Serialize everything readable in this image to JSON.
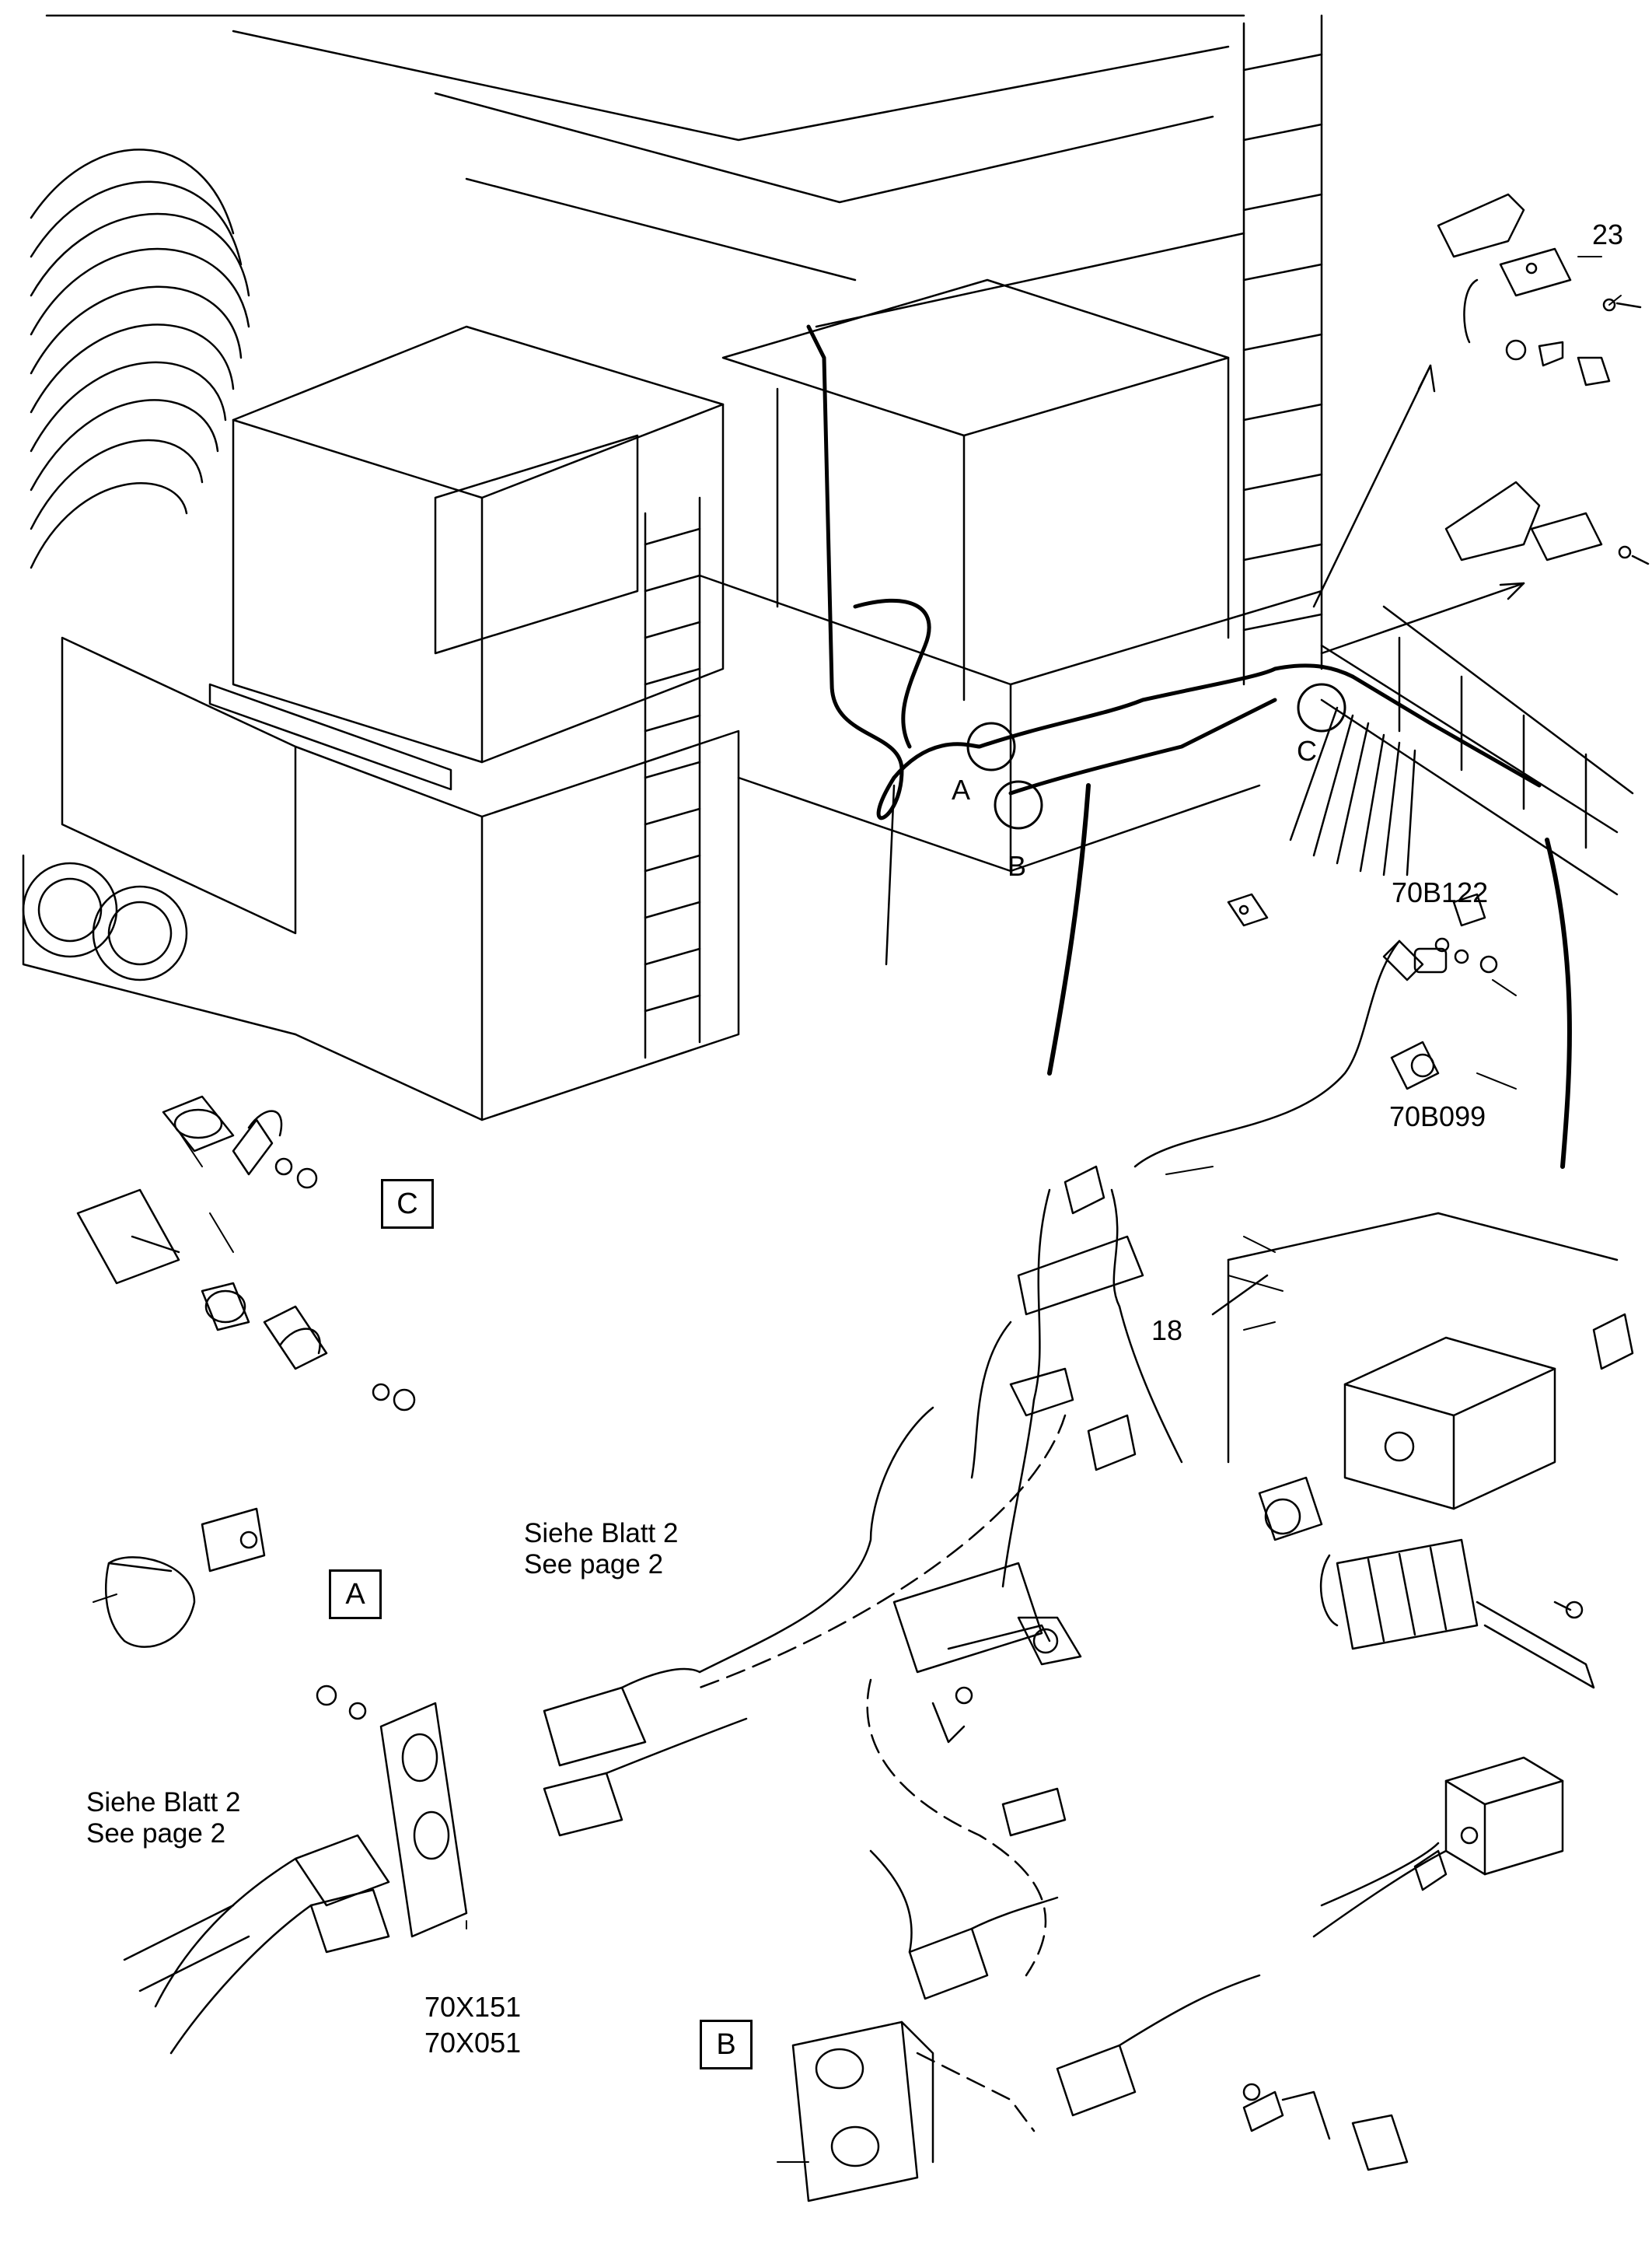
{
  "part_labels": {
    "p23": "23",
    "p18": "18",
    "sensor_a": "70B122",
    "sensor_b": "70B099",
    "connector_a": "70X151",
    "connector_b": "70X051"
  },
  "callouts": {
    "a": "A",
    "b": "B",
    "c": "C"
  },
  "detail_boxes": {
    "a": "A",
    "b": "B",
    "c": "C"
  },
  "notes": {
    "note1_de": "Siehe Blatt 2",
    "note1_en": "See page 2",
    "note2_de": "Siehe Blatt 2",
    "note2_en": "See page 2"
  }
}
